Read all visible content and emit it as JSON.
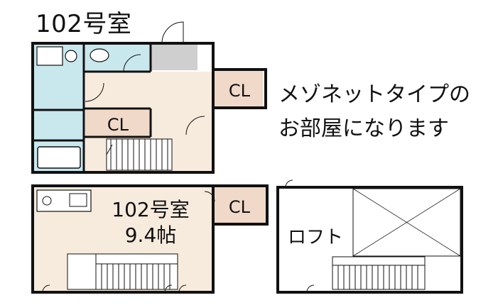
{
  "header": {
    "unit_title": "102号室"
  },
  "note": {
    "line1": "メゾネットタイプの",
    "line2": "お部屋になります"
  },
  "labels": {
    "closet_upper_right": "CL",
    "closet_upper_mid": "CL",
    "closet_lower": "CL",
    "main_room_name": "102号室",
    "main_room_size": "9.4帖",
    "loft": "ロフト"
  },
  "colors": {
    "wall": "#111111",
    "wet_area": "#c9e8ee",
    "living_floor": "#f7ebdd",
    "closet": "#f0d9c8",
    "entrance": "#cfcfcf"
  }
}
